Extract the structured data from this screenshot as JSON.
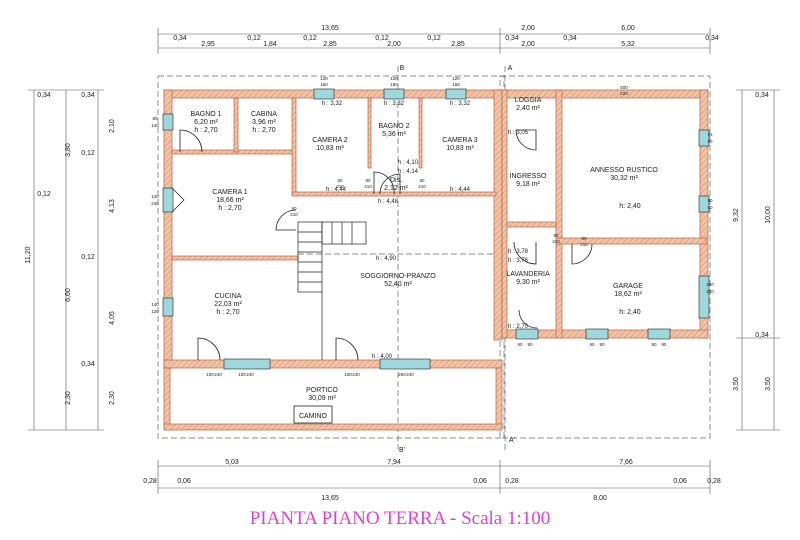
{
  "title": "PIANTA PIANO TERRA - Scala 1:100",
  "colors": {
    "wall": "#f0c4a8",
    "wall_line": "#c0603a",
    "window": "#9fd8dc",
    "dim": "#555555",
    "title": "#e040d8"
  },
  "rooms": {
    "bagno1": {
      "name": "BAGNO 1",
      "area": "6,20 m²",
      "h": "h : 2,70"
    },
    "cabina": {
      "name": "CABINA",
      "area": "3,96 m²",
      "h": "h : 2,70"
    },
    "camera2": {
      "name": "CAMERA 2",
      "area": "10,83 m²"
    },
    "bagno2": {
      "name": "BAGNO 2",
      "area": "5,36 m²"
    },
    "camera3": {
      "name": "CAMERA 3",
      "area": "10,83 m²"
    },
    "camera1": {
      "name": "CAMERA 1",
      "area": "18,66 m²",
      "h": "h : 2,70"
    },
    "dis": {
      "name": "Dis.",
      "area": "2,12 m²"
    },
    "loggia": {
      "name": "LOGGIA",
      "area": "2,40 m²"
    },
    "ingresso": {
      "name": "INGRESSO",
      "area": "9,18 m²"
    },
    "annesso": {
      "name": "ANNESSO RUSTICO",
      "area": "30,32 m²",
      "h": "h: 2,40"
    },
    "cucina": {
      "name": "CUCINA",
      "area": "22,03 m²",
      "h": "h : 2,70"
    },
    "soggiorno": {
      "name": "SOGGIORNO-PRANZO",
      "area": "52,40 m²"
    },
    "lavanderia": {
      "name": "LAVANDERIA",
      "area": "9,30 m²"
    },
    "garage": {
      "name": "GARAGE",
      "area": "18,62 m²",
      "h": "h: 2,40"
    },
    "portico": {
      "name": "PORTICO",
      "area": "30,09 m²"
    },
    "camino": {
      "name": "CAMINO"
    }
  },
  "heights": {
    "h332a": "h : 3,32",
    "h332b": "h : 3,32",
    "h332c": "h : 3,32",
    "h444a": "h : 4,44",
    "h448": "h : 4,48",
    "h444b": "h : 4,44",
    "h410": "h : 4,10",
    "h414": "h : 4,14",
    "h490": "h : 4,90",
    "h400": "h : 4,00",
    "h305": "h : 3,05",
    "h378": "h : 3,78",
    "h376": "h : 3,76",
    "h270": "h : 2,70"
  },
  "openings": {
    "w1": [
      "120",
      "160"
    ],
    "w2": [
      "120",
      "160"
    ],
    "w3": [
      "120",
      "160"
    ],
    "wb1": [
      "80",
      "140"
    ],
    "wc1": [
      "140",
      "240"
    ],
    "wcu": [
      "140",
      "120"
    ],
    "d_b1": [
      "80",
      "210"
    ],
    "d_c2": [
      "80",
      "210"
    ],
    "d_b2": [
      "80",
      "210"
    ],
    "d_dis": [
      "80",
      "210"
    ],
    "d_c3": [
      "80",
      "210"
    ],
    "d_c1": [
      "80",
      "210"
    ],
    "d_log": [
      "80",
      "210"
    ],
    "d_ing": [
      "80",
      "210"
    ],
    "d_lav": [
      "80",
      "210"
    ],
    "d_gar": [
      "80",
      "210"
    ],
    "wl": [
      "100",
      "240"
    ],
    "wl2": [
      "100",
      "240"
    ],
    "wl3": [
      "100",
      "240"
    ],
    "wl4": [
      "260",
      "240"
    ],
    "wan": [
      "95",
      "90"
    ],
    "wan2": [
      "90",
      "90"
    ],
    "wan3": [
      "500",
      "220"
    ],
    "wg": [
      "260",
      "220"
    ],
    "wb": [
      "90",
      "90"
    ],
    "wb2": [
      "90",
      "90"
    ],
    "wb3": [
      "90",
      "90"
    ],
    "wb4": [
      "90",
      "90"
    ]
  },
  "dims": {
    "top": {
      "total": "13,65",
      "right_a": "2,00",
      "right_b": "6,00",
      "seg": [
        "0,34",
        "2,95",
        "0,12",
        "1,84",
        "0,12",
        "2,85",
        "0,12",
        "2,00",
        "0,12",
        "2,85",
        "0,34",
        "2,00",
        "0,34",
        "5,32",
        "0,34"
      ]
    },
    "bottom": {
      "seg": [
        "5,03",
        "7,94",
        "7,66"
      ],
      "fine": [
        "0,28",
        "0,06",
        "0,06",
        "0,28",
        "0,06",
        "0,28"
      ],
      "total_a": "13,65",
      "total_b": "8,00"
    },
    "left": {
      "outer": "11,20",
      "mid": [
        "3,80",
        "0,12",
        "6,60",
        "0,34",
        "2,30"
      ],
      "inner": [
        "0,34",
        "2,10",
        "0,12",
        "4,13",
        "0,12",
        "4,05",
        "0,34",
        "2,30"
      ]
    },
    "right": {
      "inner": [
        "0,34",
        "9,32",
        "0,34",
        "3,50"
      ],
      "outer": [
        "10,00",
        "3,50"
      ]
    }
  },
  "sections": {
    "b": "B",
    "a": "A",
    "b2": "B'",
    "a2": "A'"
  }
}
